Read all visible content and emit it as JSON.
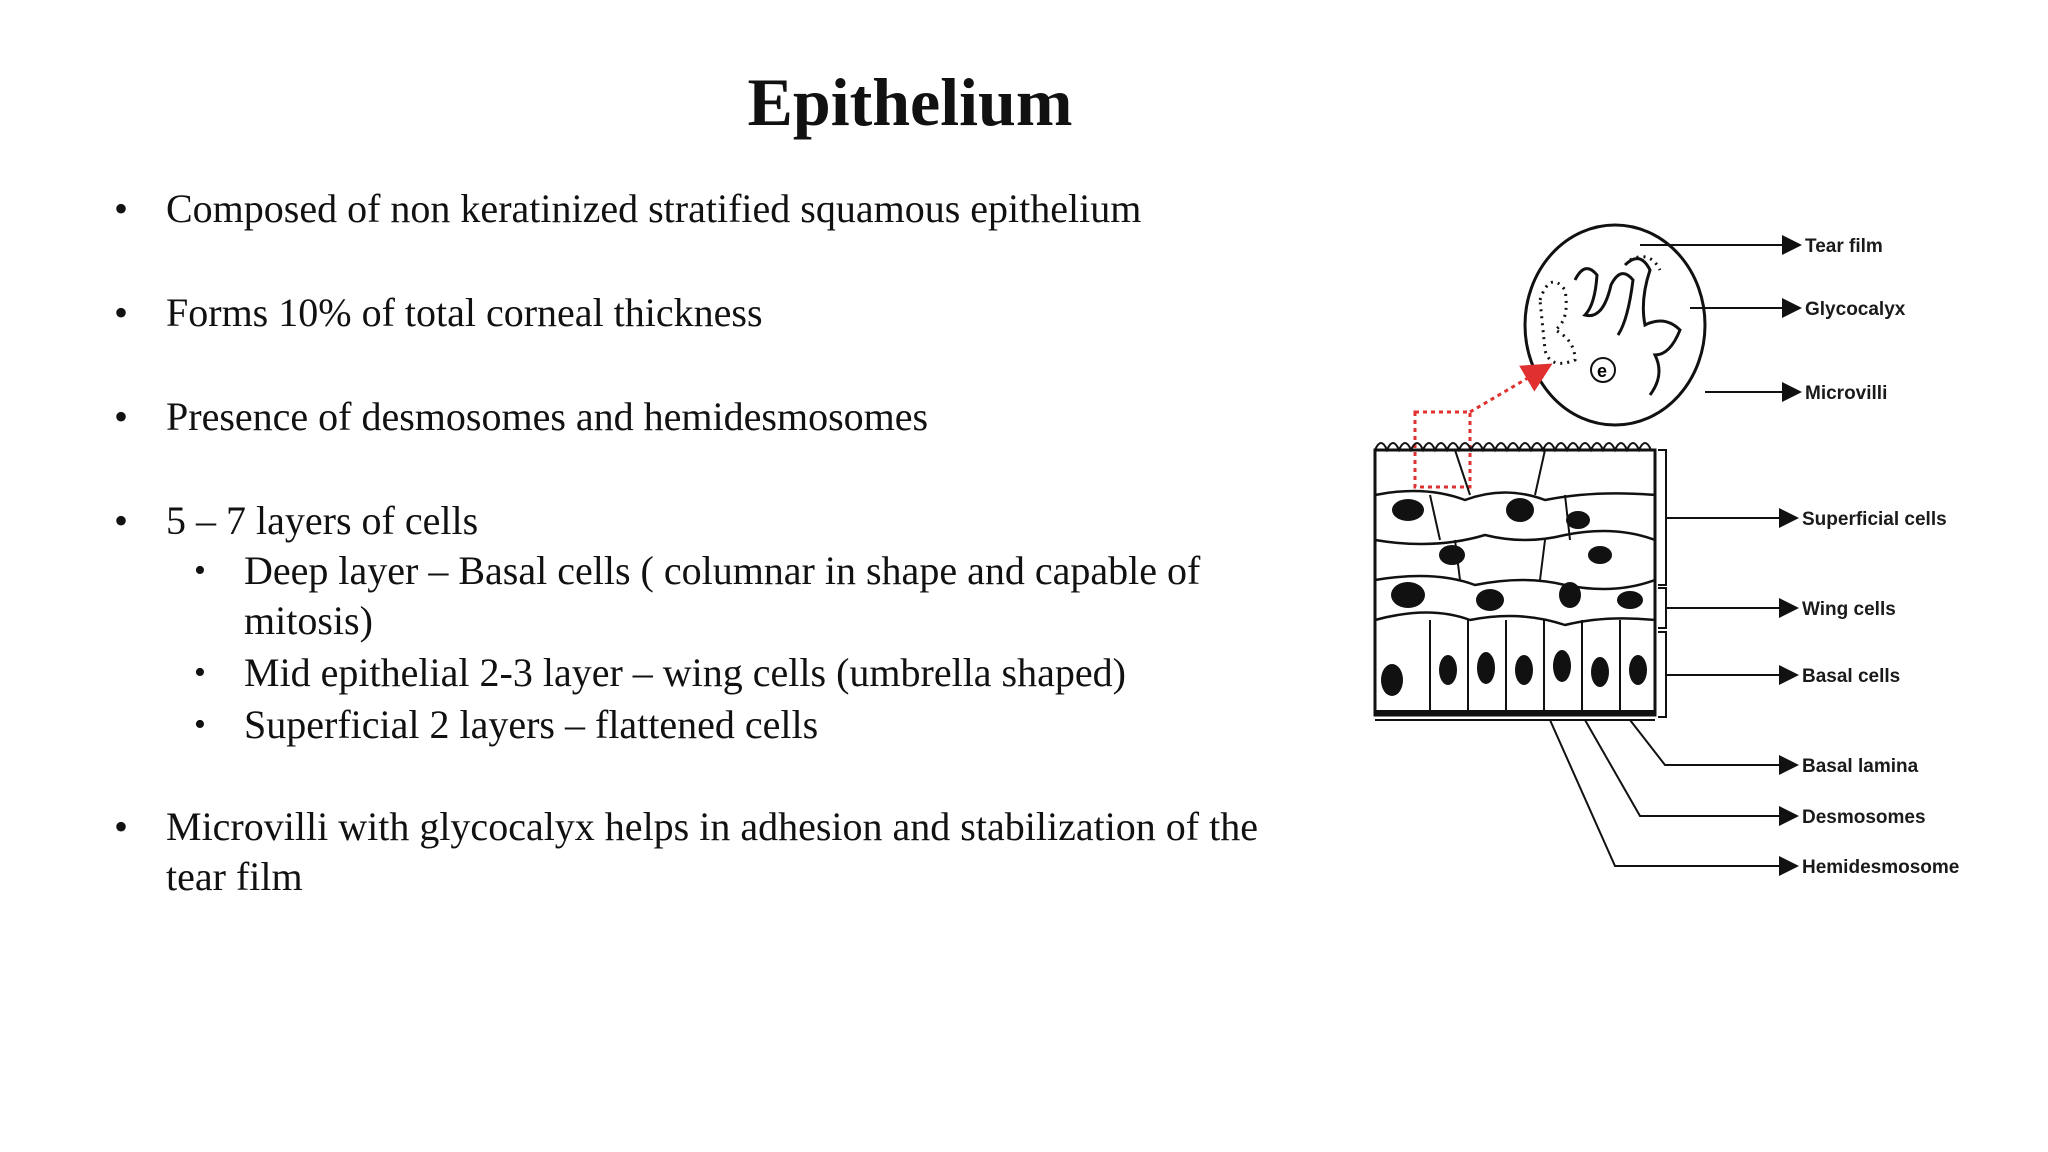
{
  "title": "Epithelium",
  "bullets": [
    "Composed of non keratinized stratified squamous epithelium",
    "Forms 10% of total corneal thickness",
    "Presence of desmosomes and hemidesmosomes",
    "5 – 7 layers of cells",
    "Microvilli with glycocalyx helps in adhesion and stabilization of the tear film"
  ],
  "sub_bullets": [
    "Deep layer – Basal cells ( columnar in shape and capable of mitosis)",
    "Mid epithelial 2-3 layer – wing cells (umbrella shaped)",
    "Superficial 2 layers – flattened cells"
  ],
  "diagram": {
    "labels": {
      "tear_film": "Tear film",
      "glycocalyx": "Glycocalyx",
      "microvilli": "Microvilli",
      "superficial": "Superficial cells",
      "wing": "Wing cells",
      "basal": "Basal cells",
      "basal_lamina": "Basal lamina",
      "desmosomes": "Desmosomes",
      "hemidesmosomes": "Hemidesmosomes"
    },
    "accent_color": "#e03030"
  }
}
